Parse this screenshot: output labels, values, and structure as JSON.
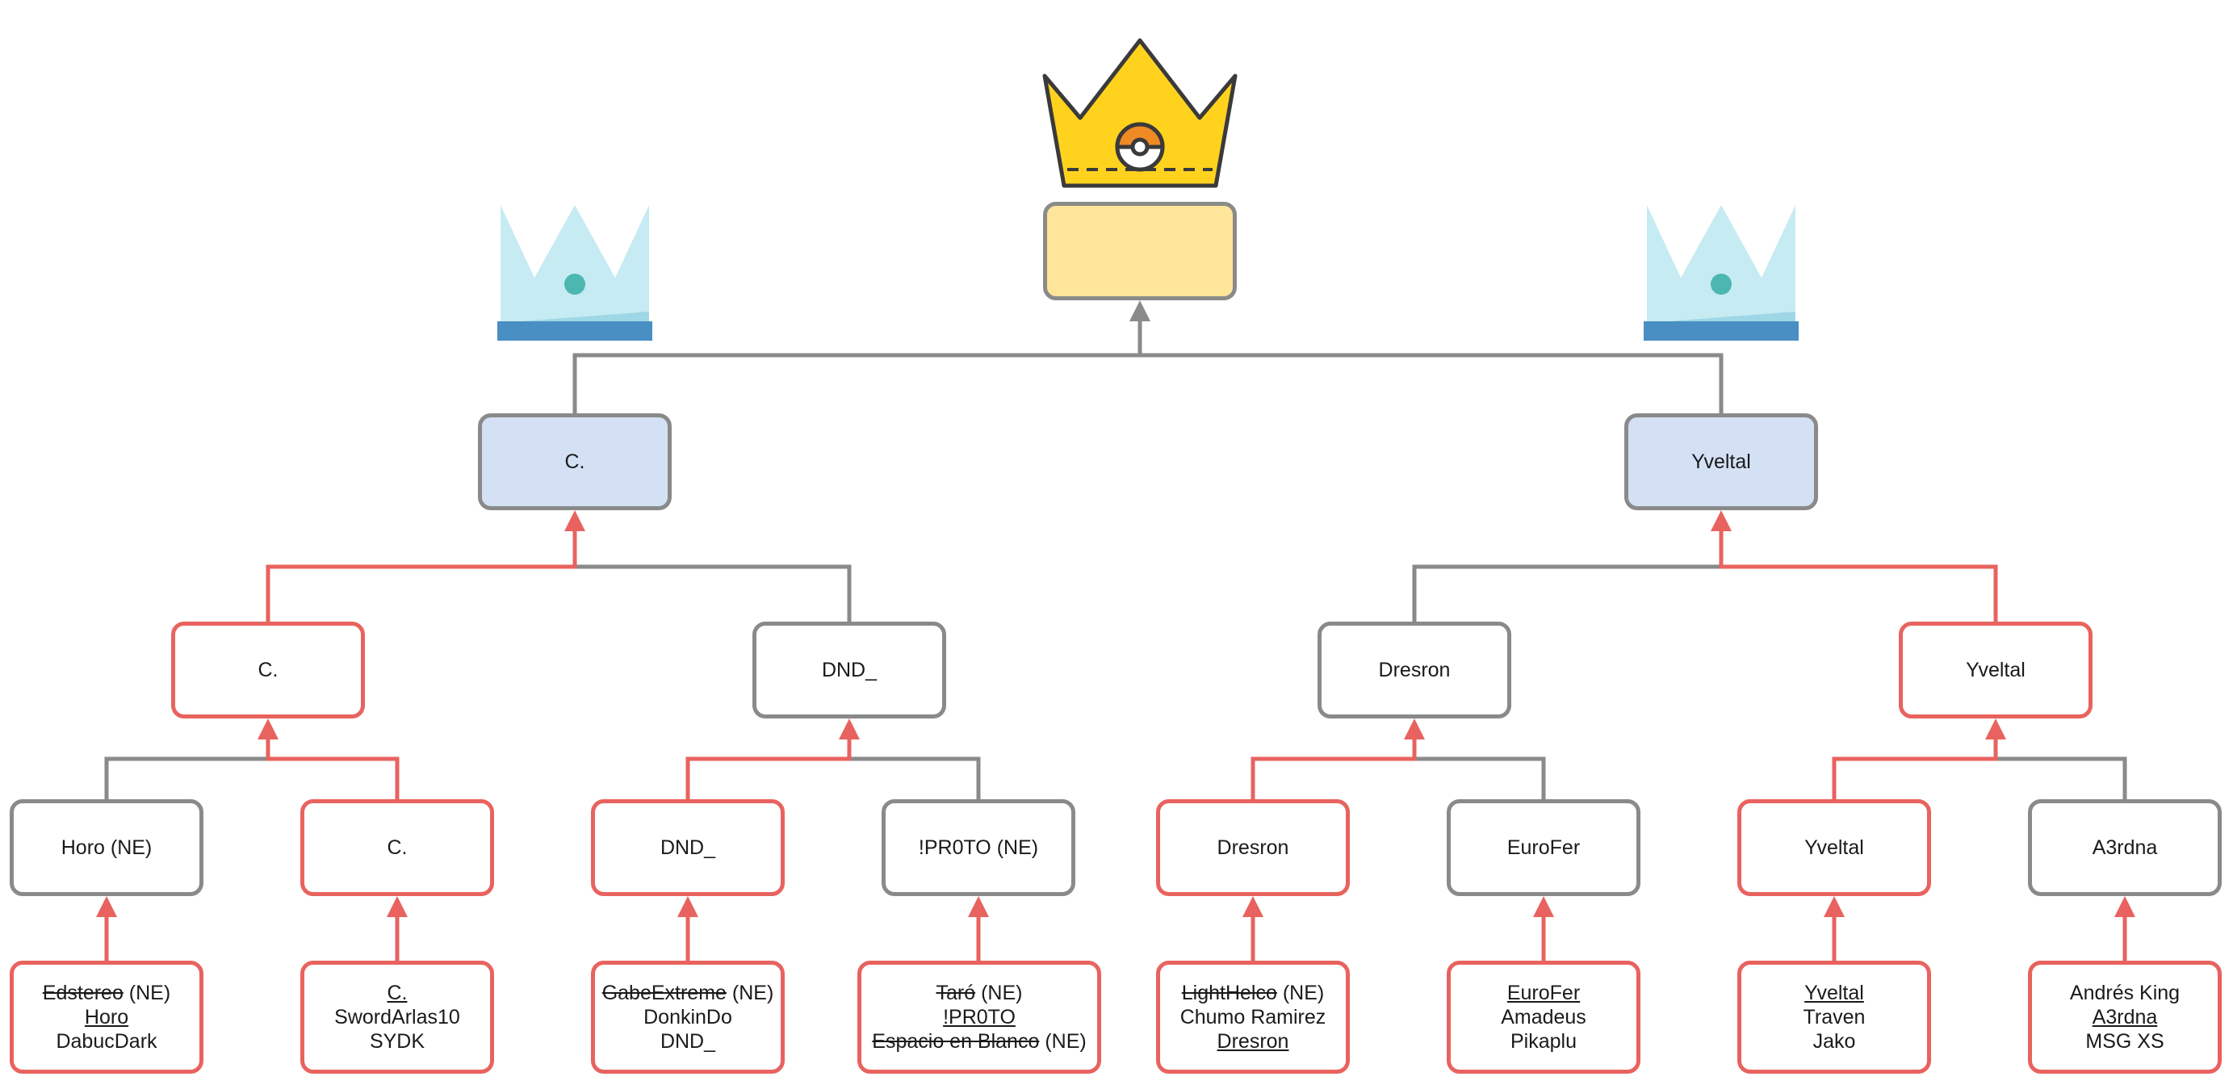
{
  "colors": {
    "win_path": "#e8635f",
    "lose_path": "#8a8a8a",
    "final_box_fill": "#ffe599",
    "semifinal_box_fill": "#d4e1f5",
    "gold_crown": "#ffd21e",
    "silver_crown": "#c7ebf2",
    "silver_crown_base": "#4a8fc4"
  },
  "icons": {
    "champion": "gold-pokeball-crown-icon",
    "semifinal_left": "light-blue-crown-icon",
    "semifinal_right": "light-blue-crown-icon"
  },
  "final": {
    "label": ""
  },
  "semifinals": [
    {
      "id": "sf_left",
      "label": "C."
    },
    {
      "id": "sf_right",
      "label": "Yveltal"
    }
  ],
  "quarterfinals": [
    {
      "id": "qf1",
      "label": "C."
    },
    {
      "id": "qf2",
      "label": "DND_"
    },
    {
      "id": "qf3",
      "label": "Dresron"
    },
    {
      "id": "qf4",
      "label": "Yveltal"
    }
  ],
  "round_of_8": [
    {
      "id": "r1",
      "label": "Horo (NE)"
    },
    {
      "id": "r2",
      "label": "C."
    },
    {
      "id": "r3",
      "label": "DND_"
    },
    {
      "id": "r4",
      "label": "!PR0TO (NE)"
    },
    {
      "id": "r5",
      "label": "Dresron"
    },
    {
      "id": "r6",
      "label": "EuroFer"
    },
    {
      "id": "r7",
      "label": "Yveltal"
    },
    {
      "id": "r8",
      "label": "A3rdna"
    }
  ],
  "groups": [
    {
      "entries": [
        {
          "parts": [
            {
              "text": "Edstereo",
              "style": "struck"
            },
            {
              "text": " (NE)",
              "style": "plain"
            }
          ]
        },
        {
          "parts": [
            {
              "text": "Horo",
              "style": "under"
            }
          ]
        },
        {
          "parts": [
            {
              "text": "DabucDark",
              "style": "plain"
            }
          ]
        }
      ]
    },
    {
      "entries": [
        {
          "parts": [
            {
              "text": "C.",
              "style": "under"
            }
          ]
        },
        {
          "parts": [
            {
              "text": "SwordArlas10",
              "style": "plain"
            }
          ]
        },
        {
          "parts": [
            {
              "text": "SYDK",
              "style": "plain"
            }
          ]
        }
      ]
    },
    {
      "entries": [
        {
          "parts": [
            {
              "text": "GabeExtreme",
              "style": "struck"
            },
            {
              "text": " (NE)",
              "style": "plain"
            }
          ]
        },
        {
          "parts": [
            {
              "text": "DonkinDo",
              "style": "plain"
            }
          ]
        },
        {
          "parts": [
            {
              "text": "DND_",
              "style": "plain"
            }
          ]
        }
      ]
    },
    {
      "entries": [
        {
          "parts": [
            {
              "text": "Taró",
              "style": "struck"
            },
            {
              "text": " (NE)",
              "style": "plain"
            }
          ]
        },
        {
          "parts": [
            {
              "text": "!PR0TO",
              "style": "under"
            }
          ]
        },
        {
          "parts": [
            {
              "text": "Espacio en Blanco",
              "style": "struck"
            },
            {
              "text": " (NE)",
              "style": "plain"
            }
          ]
        }
      ]
    },
    {
      "entries": [
        {
          "parts": [
            {
              "text": "LightHelco",
              "style": "struck"
            },
            {
              "text": " (NE)",
              "style": "plain"
            }
          ]
        },
        {
          "parts": [
            {
              "text": "Chumo Ramirez",
              "style": "plain"
            }
          ]
        },
        {
          "parts": [
            {
              "text": "Dresron",
              "style": "under"
            }
          ]
        }
      ]
    },
    {
      "entries": [
        {
          "parts": [
            {
              "text": "EuroFer",
              "style": "under"
            }
          ]
        },
        {
          "parts": [
            {
              "text": "Amadeus",
              "style": "plain"
            }
          ]
        },
        {
          "parts": [
            {
              "text": "Pikaplu",
              "style": "plain"
            }
          ]
        }
      ]
    },
    {
      "entries": [
        {
          "parts": [
            {
              "text": "Yveltal",
              "style": "under"
            }
          ]
        },
        {
          "parts": [
            {
              "text": "Traven",
              "style": "plain"
            }
          ]
        },
        {
          "parts": [
            {
              "text": "Jako",
              "style": "plain"
            }
          ]
        }
      ]
    },
    {
      "entries": [
        {
          "parts": [
            {
              "text": "Andrés King",
              "style": "plain"
            }
          ]
        },
        {
          "parts": [
            {
              "text": "A3rdna",
              "style": "under"
            }
          ]
        },
        {
          "parts": [
            {
              "text": "MSG XS",
              "style": "plain"
            }
          ]
        }
      ]
    }
  ]
}
